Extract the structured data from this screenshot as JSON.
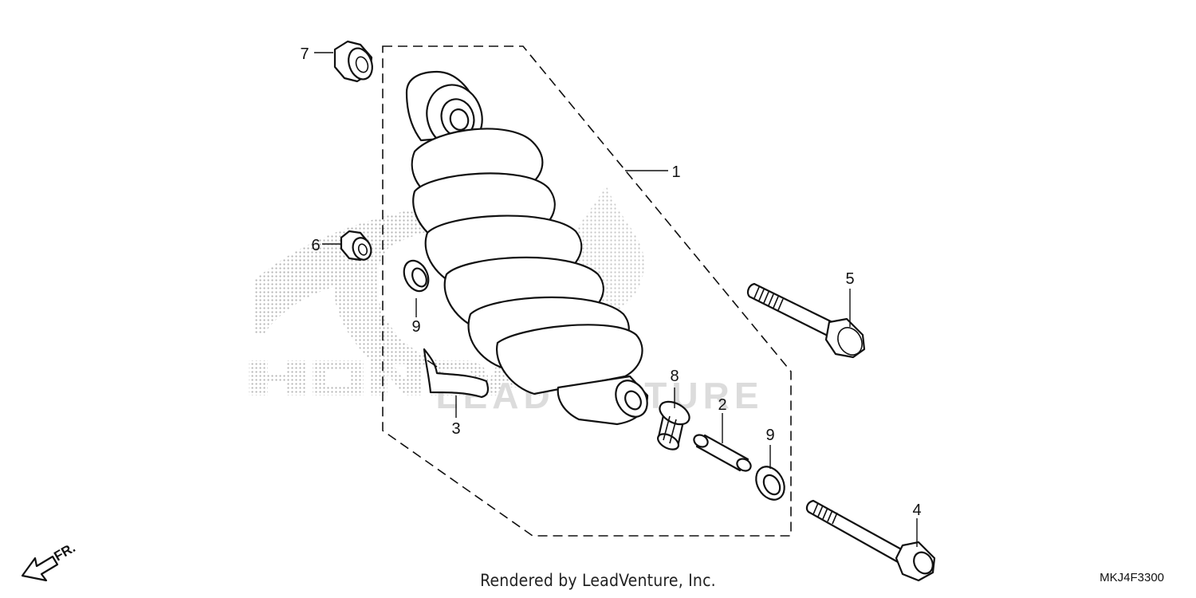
{
  "diagram": {
    "callouts": [
      {
        "id": "1",
        "label": "1"
      },
      {
        "id": "2",
        "label": "2"
      },
      {
        "id": "3",
        "label": "3"
      },
      {
        "id": "4",
        "label": "4"
      },
      {
        "id": "5",
        "label": "5"
      },
      {
        "id": "6",
        "label": "6"
      },
      {
        "id": "7",
        "label": "7"
      },
      {
        "id": "8",
        "label": "8"
      },
      {
        "id": "9a",
        "label": "9"
      },
      {
        "id": "9b",
        "label": "9"
      }
    ],
    "watermark_brand": "HONDA",
    "watermark_text": "LEADVENTURE",
    "direction_label": "FR."
  },
  "footer": {
    "credit": "Rendered by LeadVenture, Inc.",
    "diagram_code": "MKJ4F3300"
  }
}
